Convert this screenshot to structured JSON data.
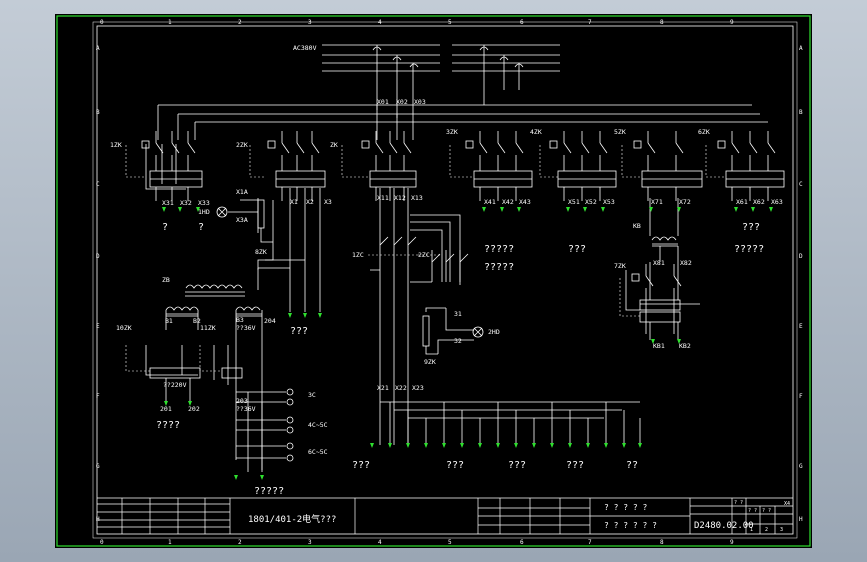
{
  "sheet": {
    "col_marks": [
      "0",
      "1",
      "2",
      "3",
      "4",
      "5",
      "6",
      "7",
      "8",
      "9"
    ],
    "row_marks": [
      "A",
      "B",
      "C",
      "D",
      "E",
      "F",
      "G",
      "H"
    ],
    "row_marks_right": [
      "A",
      "B",
      "C",
      "D",
      "E",
      "F",
      "G",
      "H"
    ]
  },
  "bus": {
    "label": "AC380V",
    "taps": [
      "X01",
      "X02",
      "X03"
    ]
  },
  "switches": [
    "1ZK",
    "2ZK",
    "ZK",
    "3ZK",
    "4ZK",
    "5ZK",
    "6ZK",
    "7ZK"
  ],
  "terminals": {
    "g1": [
      "X31",
      "X32",
      "X33"
    ],
    "g2": [
      "X1",
      "X2",
      "X3"
    ],
    "g3": [
      "X11",
      "X12",
      "X13"
    ],
    "g4": [
      "X41",
      "X42",
      "X43"
    ],
    "g5": [
      "X51",
      "X52",
      "X53"
    ],
    "g6": [
      "X71",
      "X72"
    ],
    "g7": [
      "X61",
      "X62",
      "X63"
    ],
    "g8": [
      "X21",
      "X22",
      "X23"
    ],
    "g9": [
      "X81",
      "X82"
    ],
    "g10": [
      "KB1",
      "KB2"
    ]
  },
  "misc": {
    "x1a": "X1A",
    "x3a": "X3A",
    "hd1": "1HD",
    "hd2": "2HD",
    "zk8": "8ZK",
    "zk9": "9ZK",
    "zc1": "1ZC",
    "zc2": "2ZC",
    "kb": "KB",
    "zb": "ZB",
    "b1": "B1",
    "b2": "B2",
    "b3": "B3",
    "zk10": "10ZK",
    "zk11": "11ZK",
    "v36a": "??36V",
    "n204": "204",
    "v220": "??220V",
    "n201": "201",
    "n202": "202",
    "n203": "203",
    "v36b": "??36V",
    "c3": "3C",
    "c45": "4C~5C",
    "c65": "6C~5C",
    "n31": "31",
    "n32": "32"
  },
  "captions": {
    "q1": "?",
    "q2": "?",
    "q3": "???",
    "q4": "?????",
    "q5": "?????",
    "q6": "???",
    "q7": "???",
    "q8": "?????",
    "q9": "????",
    "q10": "?????",
    "q11": "???",
    "q12": "???",
    "q13": "???",
    "q14": "???",
    "q15": "??"
  },
  "title_block": {
    "drawing_title": "1801/401-2电气???",
    "company_1": "? ? ? ? ?",
    "company_2": "? ? ? ? ? ?",
    "drawing_no": "D2480.02.00",
    "scale": "X4",
    "cell_a": "? ?",
    "cell_b": "? ?",
    "cell_c": "? ?",
    "sheet_total": "1",
    "sheet_no": "2",
    "rev": "3"
  }
}
